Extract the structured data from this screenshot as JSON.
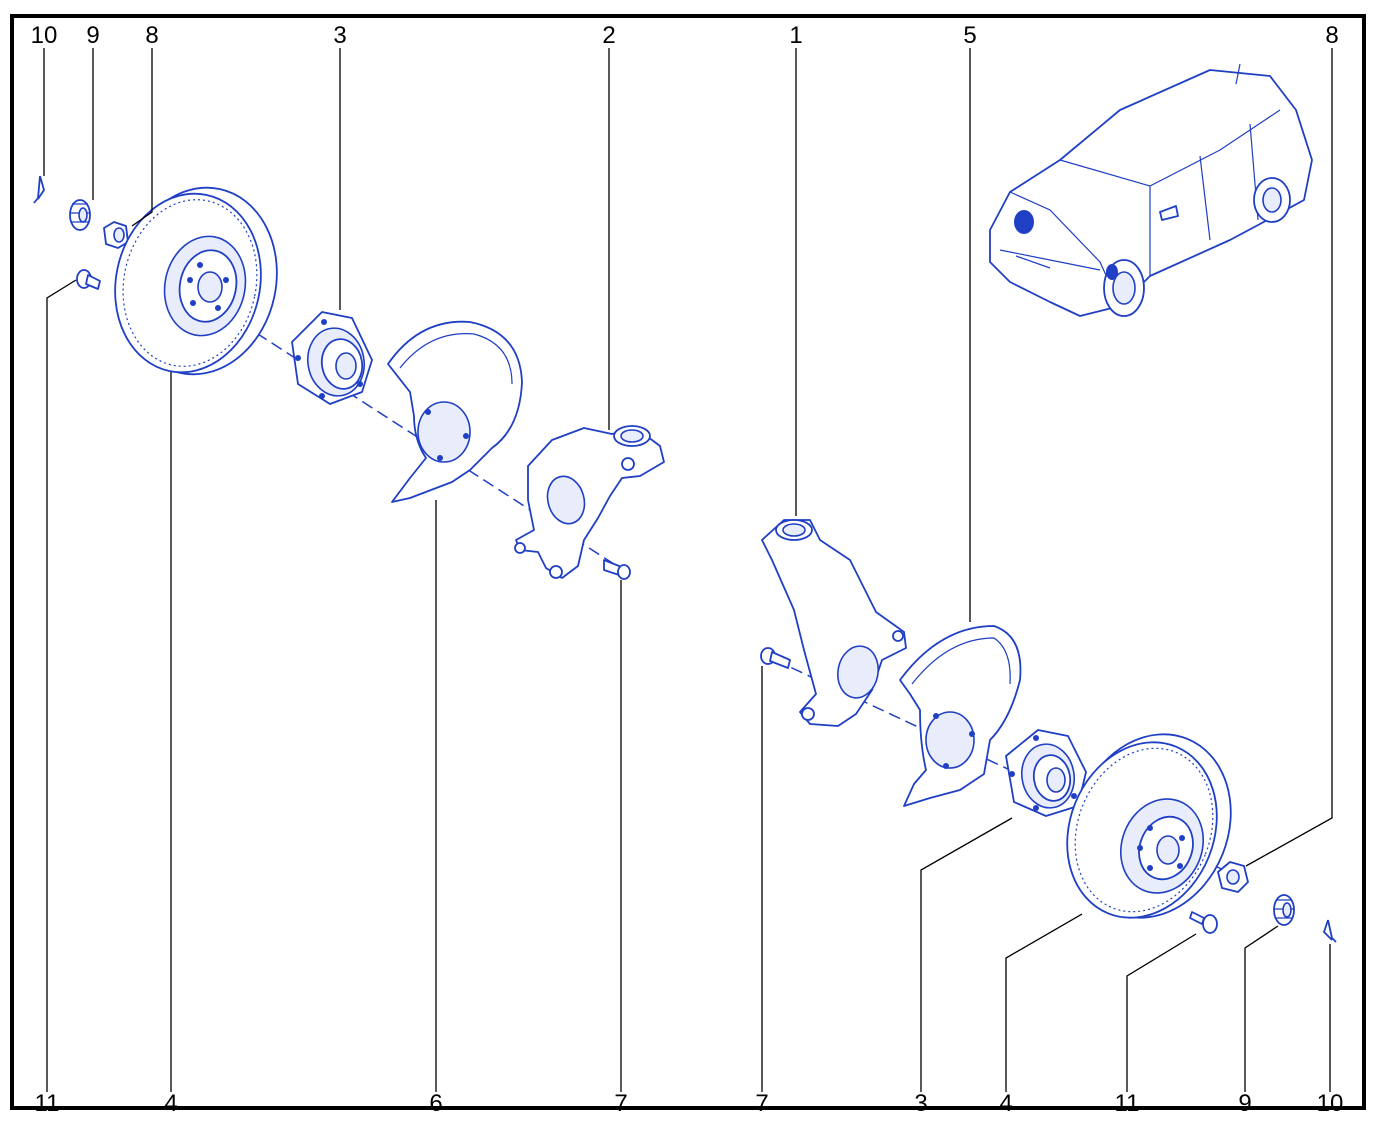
{
  "labels": {
    "top": [
      "10",
      "9",
      "8",
      "3",
      "2",
      "1",
      "5",
      "8"
    ],
    "bottom": [
      "11",
      "4",
      "6",
      "7",
      "7",
      "3",
      "4",
      "11",
      "9",
      "10"
    ]
  },
  "colors": {
    "line_art": "#1f3fc4",
    "leader": "#000000",
    "frame": "#000000"
  }
}
